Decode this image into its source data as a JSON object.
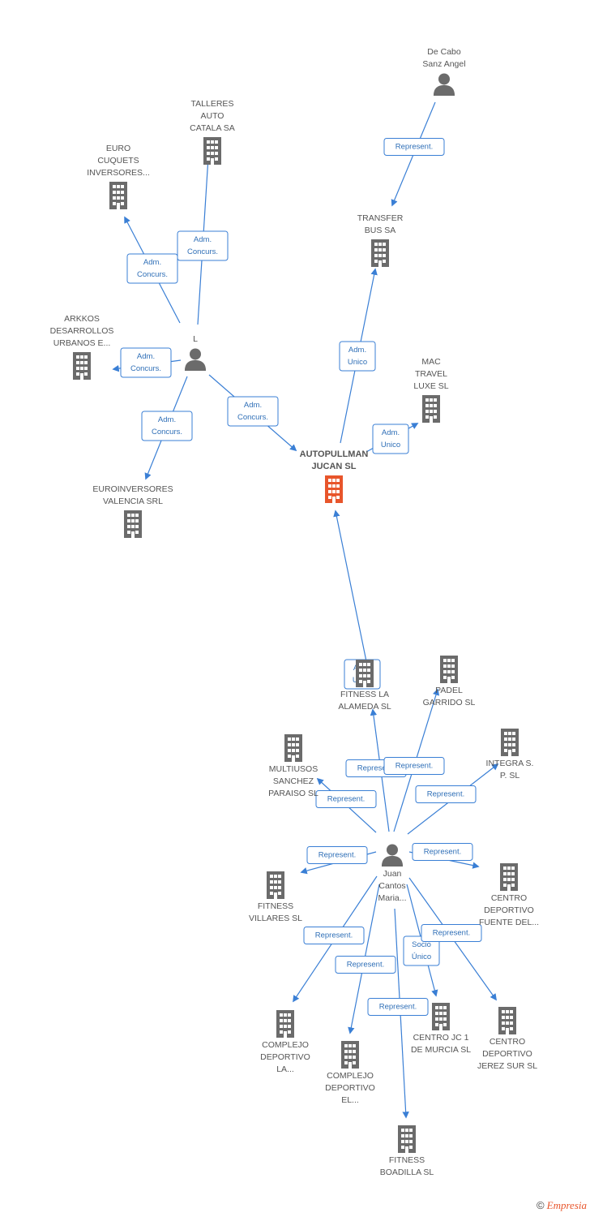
{
  "nodes": [
    {
      "id": "decabo",
      "kind": "person",
      "label": [
        "De Cabo",
        "Sanz Angel"
      ]
    },
    {
      "id": "talleres",
      "kind": "company",
      "label": [
        "TALLERES",
        "AUTO",
        "CATALA SA"
      ]
    },
    {
      "id": "euro",
      "kind": "company",
      "label": [
        "EURO",
        "CUQUETS",
        "INVERSORES..."
      ]
    },
    {
      "id": "transfer",
      "kind": "company",
      "label": [
        "TRANSFER",
        "BUS SA"
      ]
    },
    {
      "id": "arkkos",
      "kind": "company",
      "label": [
        "ARKKOS",
        "DESARROLLOS",
        "URBANOS E..."
      ]
    },
    {
      "id": "L",
      "kind": "person",
      "label": [
        "L"
      ]
    },
    {
      "id": "mac",
      "kind": "company",
      "label": [
        "MAC",
        "TRAVEL",
        "LUXE SL"
      ]
    },
    {
      "id": "autopullman",
      "kind": "main",
      "label": [
        "AUTOPULLMAN",
        "JUCAN SL"
      ]
    },
    {
      "id": "euroinv",
      "kind": "company",
      "label": [
        "EUROINVERSORES",
        "VALENCIA SRL"
      ]
    },
    {
      "id": "fitnessalameda",
      "kind": "company",
      "label": [
        "FITNESS LA",
        "ALAMEDA SL"
      ]
    },
    {
      "id": "padel",
      "kind": "company",
      "label": [
        "PADEL",
        "GARRIDO SL"
      ]
    },
    {
      "id": "multiusos",
      "kind": "company",
      "label": [
        "MULTIUSOS",
        "SANCHEZ",
        "PARAISO SL"
      ]
    },
    {
      "id": "integra",
      "kind": "company",
      "label": [
        "INTEGRA S.",
        "P.  SL"
      ]
    },
    {
      "id": "juan",
      "kind": "person",
      "label": [
        "Juan",
        "Cantos",
        "Maria..."
      ]
    },
    {
      "id": "fitnessvillares",
      "kind": "company",
      "label": [
        "FITNESS",
        "VILLARES SL"
      ]
    },
    {
      "id": "cdfuente",
      "kind": "company",
      "label": [
        "CENTRO",
        "DEPORTIVO",
        "FUENTE DEL..."
      ]
    },
    {
      "id": "complejola",
      "kind": "company",
      "label": [
        "COMPLEJO",
        "DEPORTIVO",
        "LA..."
      ]
    },
    {
      "id": "complejoel",
      "kind": "company",
      "label": [
        "COMPLEJO",
        "DEPORTIVO",
        "EL..."
      ]
    },
    {
      "id": "centrojc1",
      "kind": "company",
      "label": [
        "CENTRO JC 1",
        "DE MURCIA SL"
      ]
    },
    {
      "id": "cdjerez",
      "kind": "company",
      "label": [
        "CENTRO",
        "DEPORTIVO",
        "JEREZ SUR SL"
      ]
    },
    {
      "id": "fitnessboadilla",
      "kind": "company",
      "label": [
        "FITNESS",
        "BOADILLA SL"
      ]
    }
  ],
  "edges": [
    {
      "from": "decabo",
      "to": "transfer",
      "label": [
        "Represent."
      ]
    },
    {
      "from": "L",
      "to": "talleres",
      "label": [
        "Adm.",
        "Concurs."
      ]
    },
    {
      "from": "L",
      "to": "euro",
      "label": [
        "Adm.",
        "Concurs."
      ]
    },
    {
      "from": "L",
      "to": "arkkos",
      "label": [
        "Adm.",
        "Concurs."
      ]
    },
    {
      "from": "L",
      "to": "euroinv",
      "label": [
        "Adm.",
        "Concurs."
      ]
    },
    {
      "from": "L",
      "to": "autopullman",
      "label": [
        "Adm.",
        "Concurs."
      ]
    },
    {
      "from": "autopullman",
      "to": "transfer",
      "label": [
        "Adm.",
        "Unico"
      ]
    },
    {
      "from": "autopullman",
      "to": "mac",
      "label": [
        "Adm.",
        "Unico"
      ]
    },
    {
      "from": "fitnessalameda",
      "to": "autopullman",
      "label": [
        "Adm.",
        "Unico"
      ]
    },
    {
      "from": "juan",
      "to": "fitnessalameda",
      "label": [
        "Represent."
      ]
    },
    {
      "from": "juan",
      "to": "padel",
      "label": [
        "Represent."
      ]
    },
    {
      "from": "juan",
      "to": "multiusos",
      "label": [
        "Represent."
      ]
    },
    {
      "from": "juan",
      "to": "integra",
      "label": [
        "Represent."
      ]
    },
    {
      "from": "juan",
      "to": "fitnessvillares",
      "label": [
        "Represent."
      ]
    },
    {
      "from": "juan",
      "to": "cdfuente",
      "label": [
        "Represent."
      ]
    },
    {
      "from": "juan",
      "to": "complejola",
      "label": [
        "Represent."
      ]
    },
    {
      "from": "juan",
      "to": "complejoel",
      "label": [
        "Represent."
      ]
    },
    {
      "from": "juan",
      "to": "centrojc1",
      "label": [
        "Socio",
        "Único"
      ]
    },
    {
      "from": "juan",
      "to": "cdjerez",
      "label": [
        "Represent."
      ]
    },
    {
      "from": "juan",
      "to": "fitnessboadilla",
      "label": [
        "Represent."
      ]
    }
  ],
  "colors": {
    "edge": "#3a7fd5",
    "node": "#6b6b6b",
    "main": "#e8552b",
    "label_border": "#3a7fd5"
  },
  "footer": {
    "copyright": "©",
    "brand": "Empresia"
  }
}
